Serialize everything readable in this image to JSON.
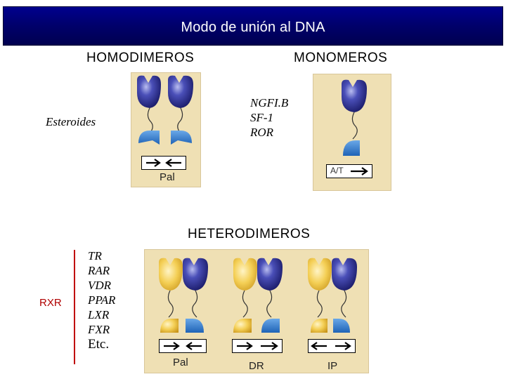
{
  "title": "Modo de unión al DNA",
  "sections": {
    "homodimers": "HOMODIMEROS",
    "monomers": "MONOMEROS",
    "heterodimers": "HETERODIMEROS"
  },
  "steroids_label": "Esteroides",
  "monomer_receptors": [
    "NGFI.B",
    "SF-1",
    "ROR"
  ],
  "rxr_label": "RXR",
  "rxr_partners": [
    "TR",
    "RAR",
    "VDR",
    "PPAR",
    "LXR",
    "FXR",
    "Etc."
  ],
  "panel_labels": {
    "homodimer_pal": "Pal",
    "monomer_site": "A/T",
    "hetero_pal": "Pal",
    "hetero_dr": "DR",
    "hetero_ip": "IP"
  },
  "colors": {
    "title_bar": "#00007a",
    "receptor_blue": "#1c1c7a",
    "dna_binding_blue": "#2b74c8",
    "rxr_yellow": "#f2c84a",
    "panel_bg": "#efe0b4",
    "rxr_accent": "#c00000"
  }
}
